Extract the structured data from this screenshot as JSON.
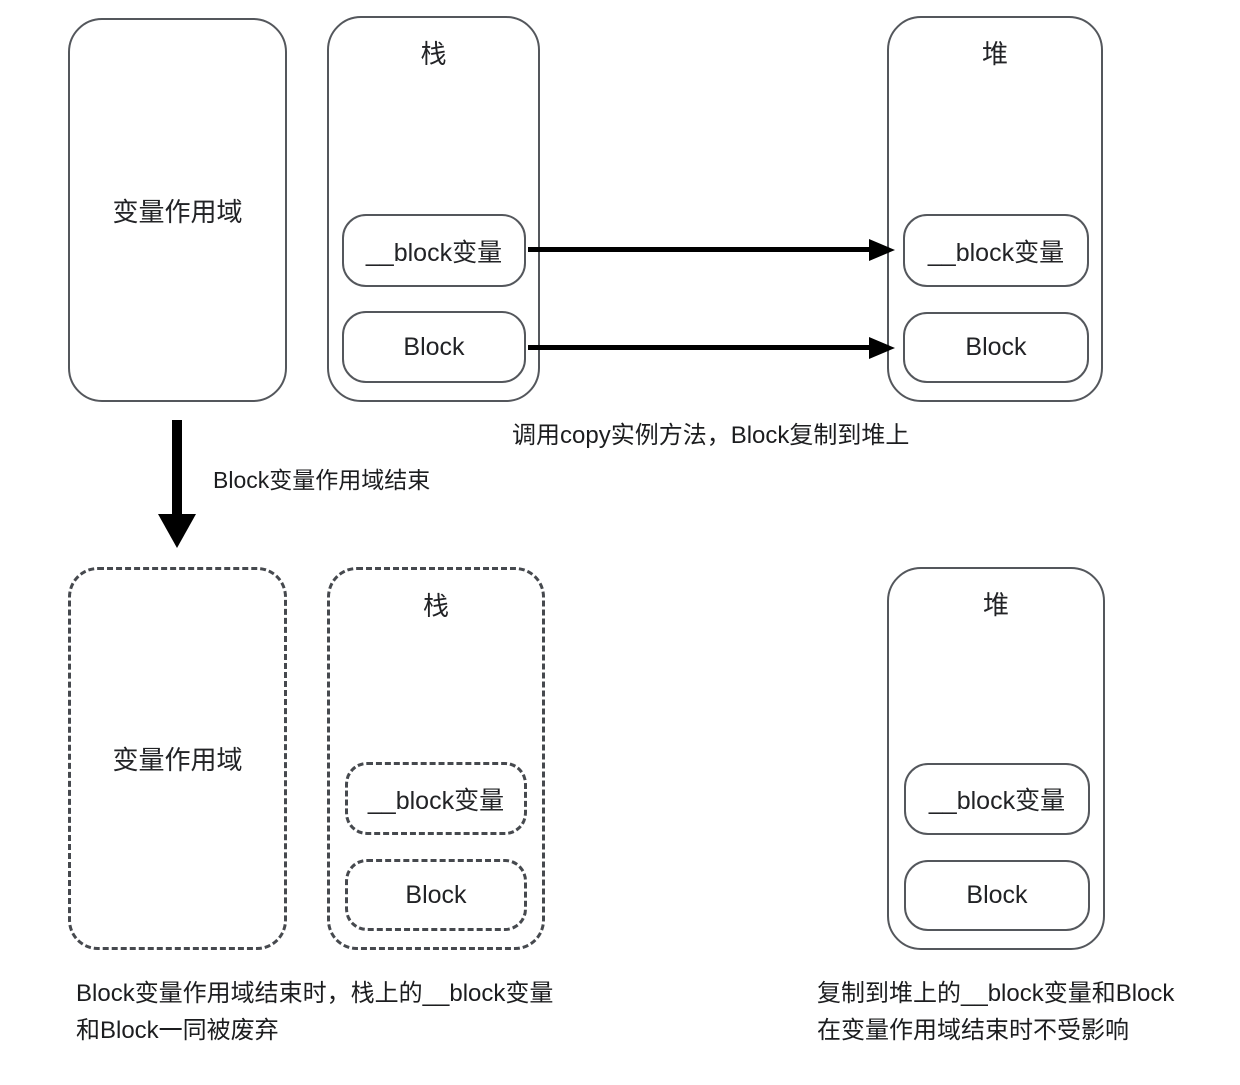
{
  "colors": {
    "background": "#ffffff",
    "box_border": "#54575c",
    "dashed_border": "#46494e",
    "arrow": "#000000",
    "text": "#222326"
  },
  "top": {
    "scope_box": {
      "label": "变量作用域"
    },
    "stack_box": {
      "title": "栈",
      "items": [
        {
          "label": "__block变量"
        },
        {
          "label": "Block"
        }
      ]
    },
    "heap_box": {
      "title": "堆",
      "items": [
        {
          "label": "__block变量"
        },
        {
          "label": "Block"
        }
      ]
    },
    "copy_caption": "调用copy实例方法，Block复制到堆上"
  },
  "transition": {
    "arrow_label": "Block变量作用域结束"
  },
  "bottom": {
    "scope_box": {
      "label": "变量作用域"
    },
    "stack_box": {
      "title": "栈",
      "items": [
        {
          "label": "__block变量"
        },
        {
          "label": "Block"
        }
      ]
    },
    "heap_box": {
      "title": "堆",
      "items": [
        {
          "label": "__block变量"
        },
        {
          "label": "Block"
        }
      ]
    },
    "left_caption": {
      "line1": "Block变量作用域结束时，栈上的__block变量",
      "line2": "和Block一同被废弃"
    },
    "right_caption": {
      "line1": "复制到堆上的__block变量和Block",
      "line2": "在变量作用域结束时不受影响"
    }
  }
}
